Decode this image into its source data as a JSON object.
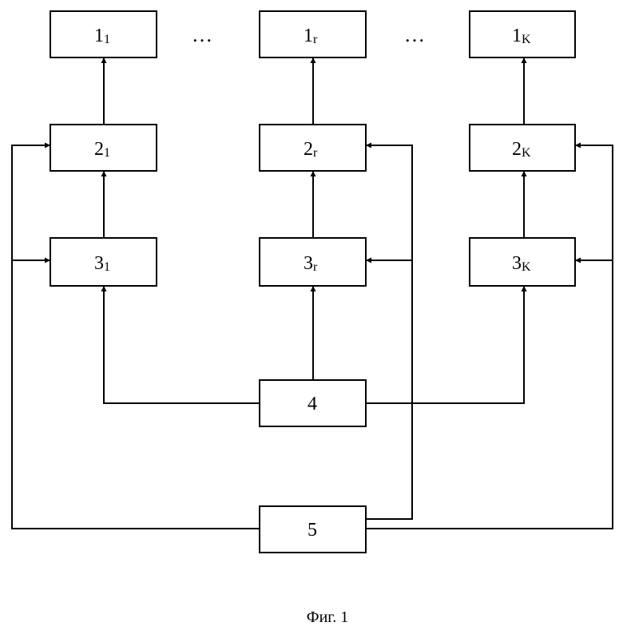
{
  "blocks": {
    "b1_1": {
      "main": "1",
      "sub": "1"
    },
    "b1_r": {
      "main": "1",
      "sub": "r"
    },
    "b1_k": {
      "main": "1",
      "sub": "K"
    },
    "b2_1": {
      "main": "2",
      "sub": "1"
    },
    "b2_r": {
      "main": "2",
      "sub": "r"
    },
    "b2_k": {
      "main": "2",
      "sub": "K"
    },
    "b3_1": {
      "main": "3",
      "sub": "1"
    },
    "b3_r": {
      "main": "3",
      "sub": "r"
    },
    "b3_k": {
      "main": "3",
      "sub": "K"
    },
    "b4": {
      "main": "4"
    },
    "b5": {
      "main": "5"
    }
  },
  "ellipsis": "…",
  "caption": "Фиг. 1"
}
